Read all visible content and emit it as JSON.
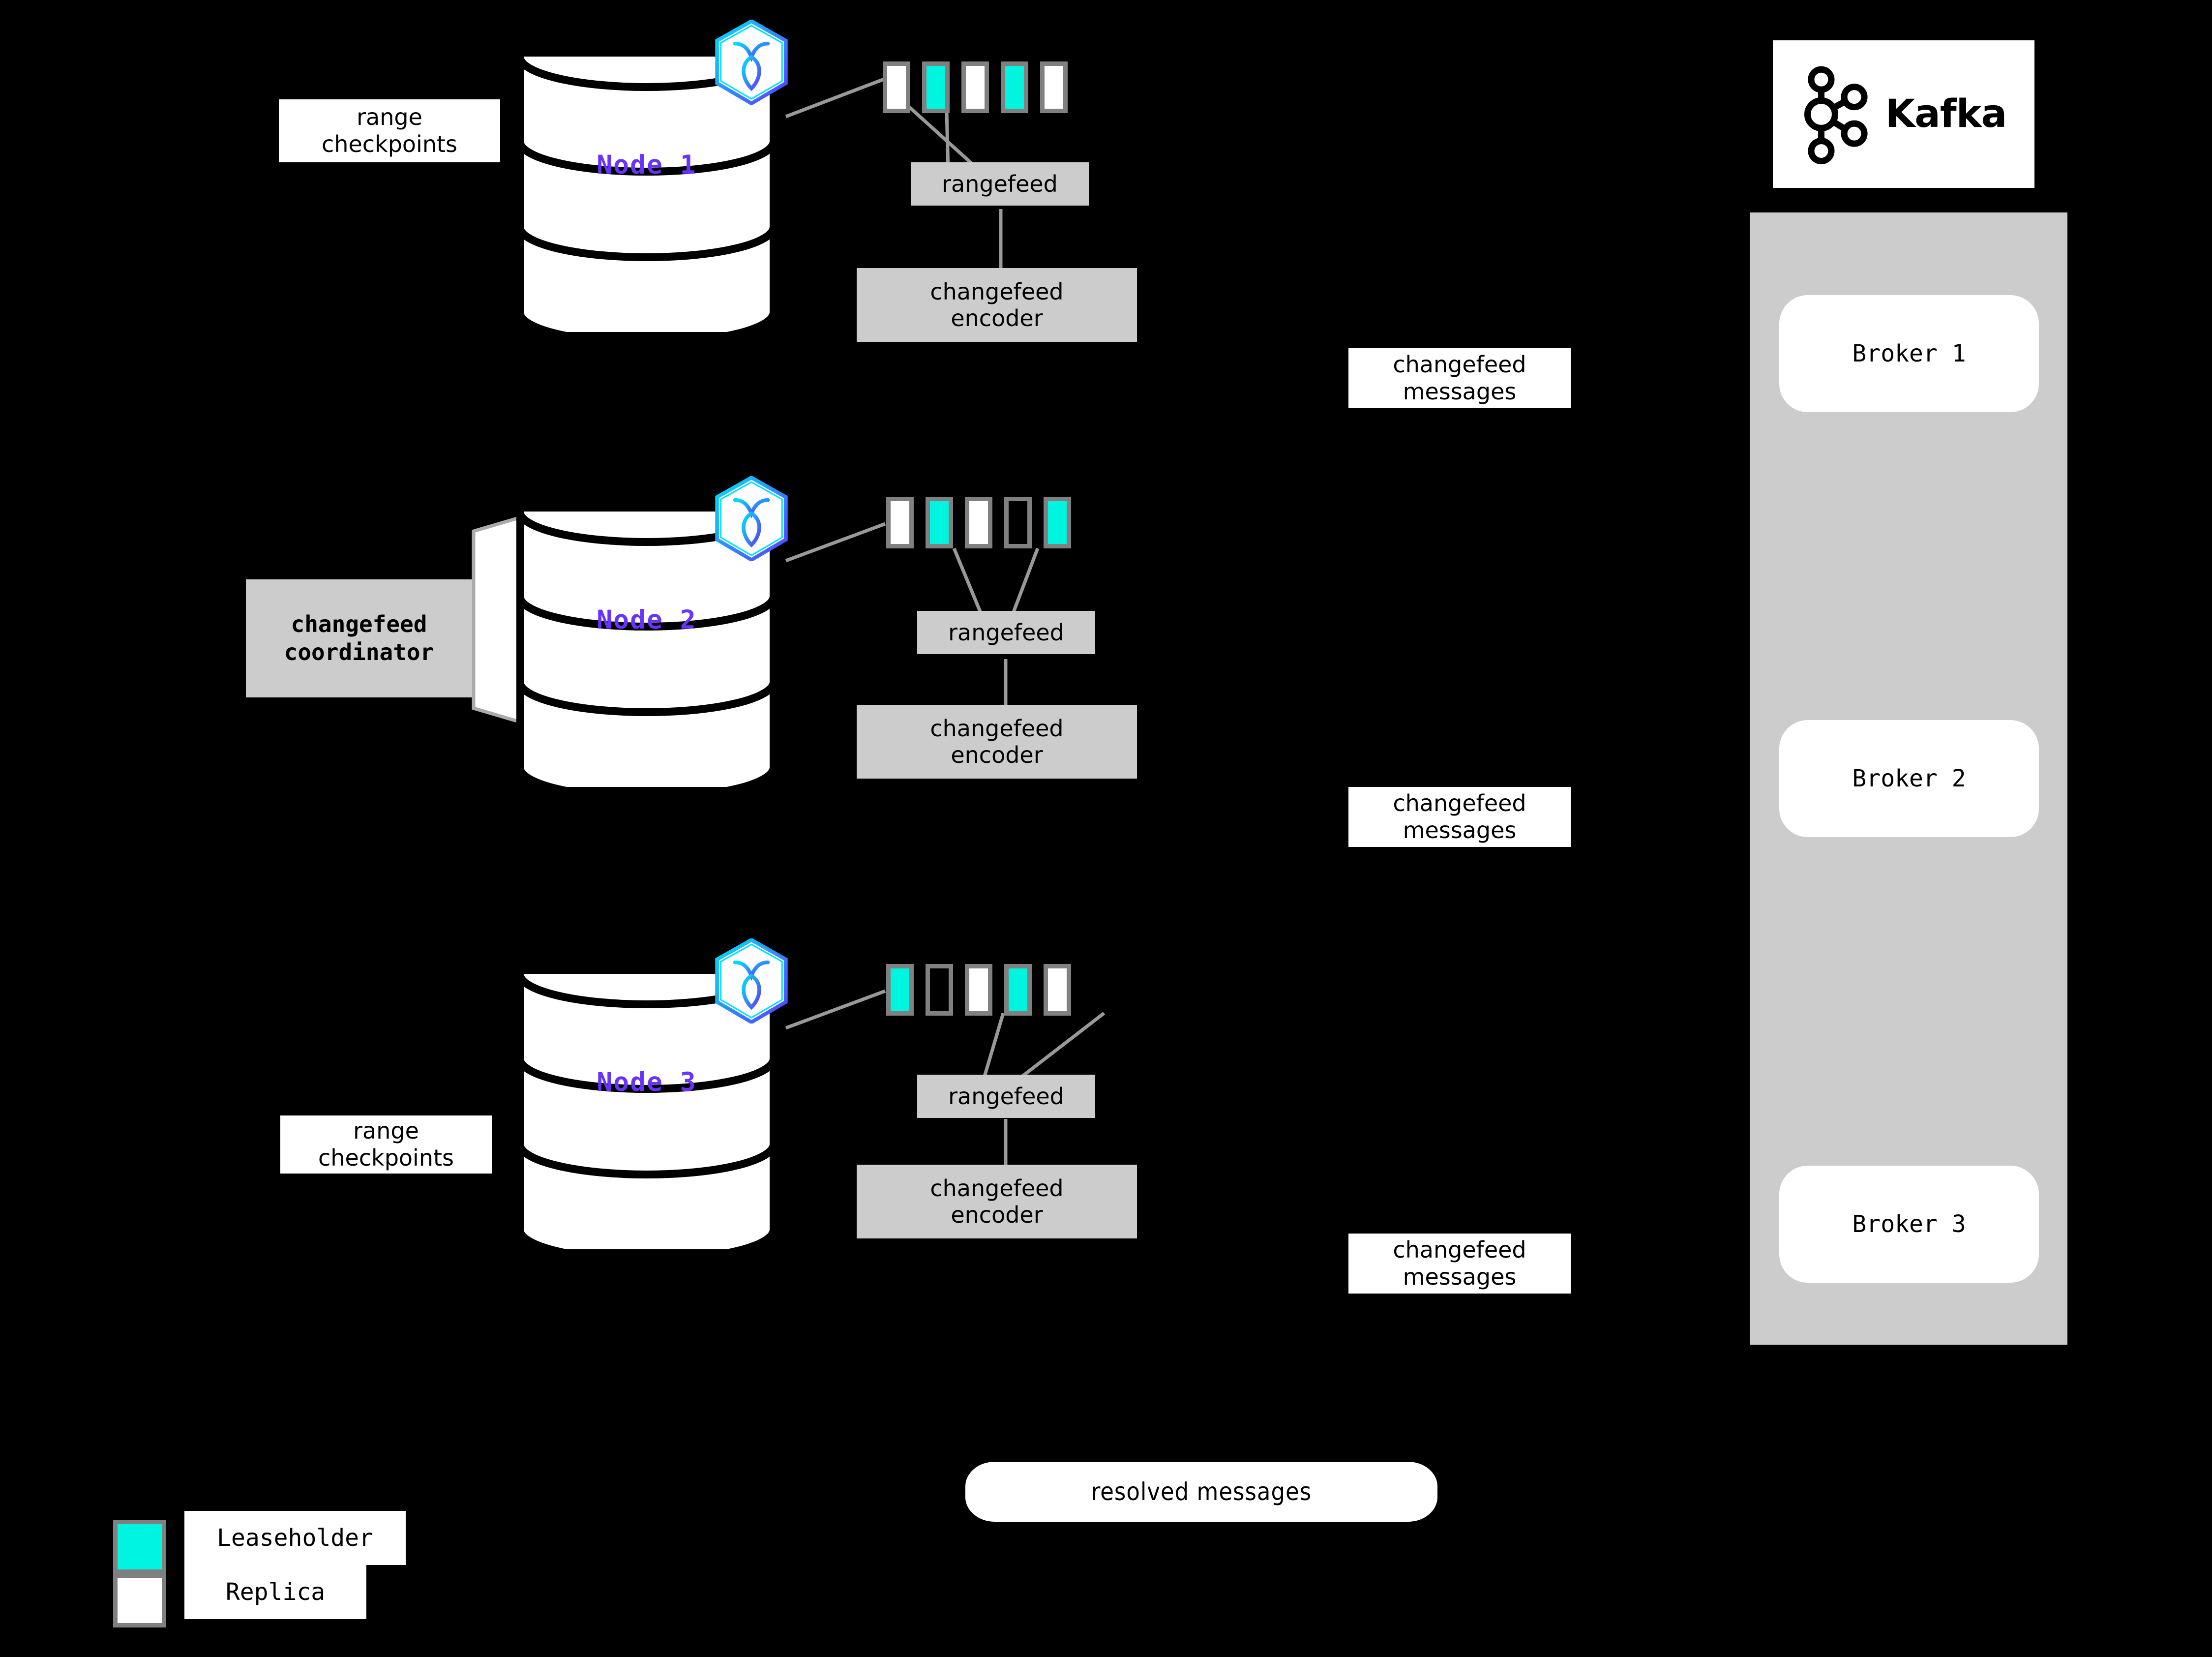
{
  "nodes": [
    {
      "id": "node-1",
      "label": "Node 1",
      "logo": "cockroachdb-hex-icon",
      "ranges": [
        {
          "type": "replica"
        },
        {
          "type": "leaseholder"
        },
        {
          "type": "replica"
        },
        {
          "type": "leaseholder"
        },
        {
          "type": "replica"
        }
      ],
      "rangefeed_label": "rangefeed",
      "encoder_label": "changefeed\nencoder",
      "side_label": "range\ncheckpoints"
    },
    {
      "id": "node-2",
      "label": "Node 2",
      "logo": "cockroachdb-hex-icon",
      "ranges": [
        {
          "type": "replica"
        },
        {
          "type": "leaseholder"
        },
        {
          "type": "replica"
        },
        {
          "type": "empty"
        },
        {
          "type": "leaseholder"
        }
      ],
      "rangefeed_label": "rangefeed",
      "encoder_label": "changefeed\nencoder",
      "side_label": "changefeed\ncoordinator"
    },
    {
      "id": "node-3",
      "label": "Node 3",
      "logo": "cockroachdb-hex-icon",
      "ranges": [
        {
          "type": "leaseholder"
        },
        {
          "type": "empty"
        },
        {
          "type": "replica"
        },
        {
          "type": "leaseholder"
        },
        {
          "type": "replica"
        }
      ],
      "rangefeed_label": "rangefeed",
      "encoder_label": "changefeed\nencoder",
      "side_label": "range\ncheckpoints"
    }
  ],
  "rangefeed_labels": {
    "n1": "rangefeed",
    "n2": "rangefeed",
    "n3": "rangefeed"
  },
  "encoder_labels": {
    "n1": "changefeed\nencoder",
    "n2": "changefeed\nencoder",
    "n3": "changefeed\nencoder"
  },
  "side_labels": {
    "n1": "range\ncheckpoints",
    "n2": "changefeed\ncoordinator",
    "n3": "range\ncheckpoints"
  },
  "messages": {
    "m1": "changefeed\nmessages",
    "m2": "changefeed\nmessages",
    "m3": "changefeed\nmessages",
    "resolved": "resolved messages"
  },
  "kafka": {
    "wordmark": "Kafka",
    "logo": "kafka-node-graph-icon",
    "brokers": [
      "Broker 1",
      "Broker 2",
      "Broker 3"
    ]
  },
  "legend": {
    "items": [
      {
        "swatch": "leaseholder",
        "label": "Leaseholder",
        "color": "#00F5E1"
      },
      {
        "swatch": "replica",
        "label": "Replica",
        "color": "#FFFFFF"
      }
    ]
  },
  "colors": {
    "background": "#000000",
    "leaseholder": "#00F5E1",
    "replica": "#FFFFFF",
    "range_border": "#808080",
    "process_box": "#CCCCCC",
    "node_text": "#6933FF",
    "panel": "#CCCCCC",
    "connector": "#999999"
  }
}
